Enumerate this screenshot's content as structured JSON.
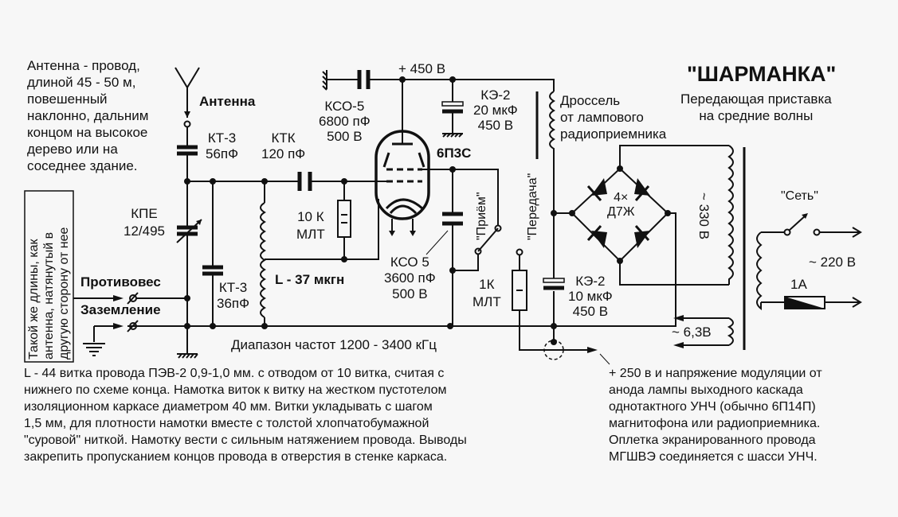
{
  "title": "\"ШАРМАНКА\"",
  "subtitle": [
    "Передающая приставка",
    "на средние волны"
  ],
  "antenna_note": [
    "Антенна - провод,",
    "длиной 45 - 50 м,",
    "повешенный",
    "наклонно, дальним",
    "концом на высокое",
    "дерево или на",
    "соседнее здание."
  ],
  "counterpoise_note": [
    "Такой же длины, как",
    "антенна, натянутый в",
    "другую сторону от нее"
  ],
  "labels": {
    "antenna": "Антенна",
    "counterpoise": "Противовес",
    "ground": "Заземление",
    "plus450": "+ 450 В",
    "freq_range": "Диапазон частот 1200 - 3400 кГц",
    "inductor": "L - 37 мкгн",
    "tube": "6П3С",
    "receive": "\"Приём\"",
    "transmit": "\"Передача\"",
    "choke": [
      "Дроссель",
      "от лампового",
      "радиоприемника"
    ],
    "bridge": [
      "4×",
      "Д7Ж"
    ],
    "v330": "~ 330 В",
    "mains": "\"Сеть\"",
    "v220": "~ 220 В",
    "fuse": "1А",
    "v63": "~ 6,3В"
  },
  "components": {
    "c_kt3_56": [
      "КТ-3",
      "56пФ"
    ],
    "c_ktk": [
      "КТК",
      "120 пФ"
    ],
    "c_kso5_6800": [
      "КСО-5",
      "6800 пФ",
      "500 В"
    ],
    "c_ke2_20": [
      "КЭ-2",
      "20 мкФ",
      "450 В"
    ],
    "c_kpe": [
      "КПЕ",
      "12/495"
    ],
    "c_kt3_36": [
      "КТ-3",
      "36пФ"
    ],
    "r_10k": [
      "10 К",
      "МЛТ"
    ],
    "c_kso5_3600": [
      "КСО 5",
      "3600 пФ",
      "500 В"
    ],
    "r_1k": [
      "1К",
      "МЛТ"
    ],
    "c_ke2_10": [
      "КЭ-2",
      "10 мкФ",
      "450 В"
    ]
  },
  "coil_note": [
    "L - 44 витка провода ПЭВ-2  0,9-1,0 мм. с отводом от 10 витка, считая с",
    "нижнего по схеме конца. Намотка виток к витку на жестком пустотелом",
    "изоляционном каркасе диаметром 40 мм. Витки укладывать с шагом",
    "1,5 мм, для плотности намотки вместе с толстой хлопчатобумажной",
    "\"суровой\" ниткой. Намотку вести с сильным натяжением провода. Выводы",
    "закрепить пропусканием концов провода в отверстия в стенке каркаса."
  ],
  "modulation_note": [
    "+ 250 в и напряжение модуляции от",
    "анода лампы выходного каскада",
    "однотактного УНЧ (обычно 6П14П)",
    "магнитофона или радиоприемника.",
    "Оплетка экранированного провода",
    "МГШВЭ соединяется с шасси УНЧ."
  ]
}
